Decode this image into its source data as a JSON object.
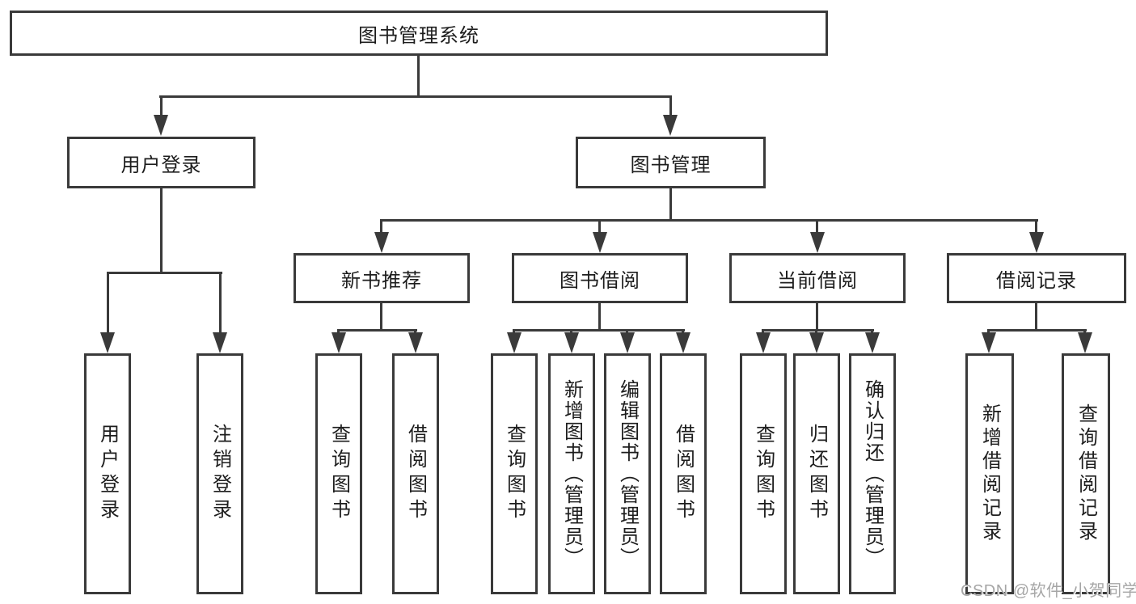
{
  "diagram": {
    "title_node": "图书管理系统",
    "level2": {
      "user_login": "用户登录",
      "book_management": "图书管理"
    },
    "level3": {
      "new_book_recommend": "新书推荐",
      "book_borrowing": "图书借阅",
      "current_borrowing": "当前借阅",
      "borrowing_records": "借阅记录"
    },
    "leaves": {
      "user_login": "用户登录",
      "logout": "注销登录",
      "query_books_recommend": "查询图书",
      "borrow_books_recommend": "借阅图书",
      "query_books_borrowing": "查询图书",
      "add_books_admin": "新增图书（管理员）",
      "edit_books_admin": "编辑图书（管理员）",
      "borrow_books_borrowing": "借阅图书",
      "query_books_current": "查询图书",
      "return_books": "归还图书",
      "confirm_return_admin": "确认归还（管理员）",
      "add_borrow_record": "新增借阅记录",
      "query_borrow_record": "查询借阅记录"
    },
    "watermark": "CSDN @软件_小贺同学",
    "colors": {
      "line": "#3a3a3a",
      "text": "#1d1d1d",
      "watermark": "#a6a6a6",
      "background": "#ffffff"
    }
  }
}
